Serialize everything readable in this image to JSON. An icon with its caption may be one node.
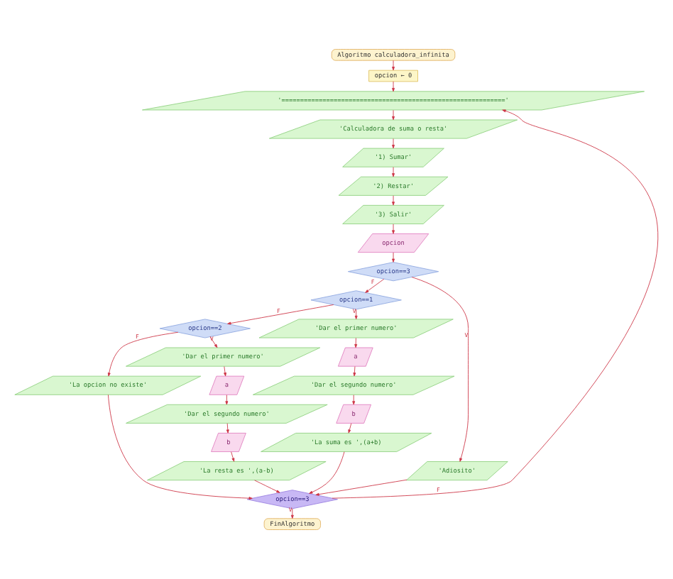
{
  "diagram": {
    "nodes": [
      {
        "text": [
          "Algoritmo calculadora_infinita"
        ]
      },
      {
        "text": [
          "opcion ← 0"
        ]
      },
      {
        "text": [
          "'============================================================'"
        ]
      },
      {
        "text": [
          "'Calculadora de suma o resta'"
        ]
      },
      {
        "text": [
          "'1) Sumar'"
        ]
      },
      {
        "text": [
          "'2) Restar'"
        ]
      },
      {
        "text": [
          "'3) Salir'"
        ]
      },
      {
        "text": [
          "opcion"
        ]
      },
      {
        "text": [
          "opcion==3"
        ]
      },
      {
        "text": [
          "opcion==1"
        ]
      },
      {
        "text": [
          "'Adiosito'"
        ]
      },
      {
        "text": [
          "opcion==2"
        ]
      },
      {
        "text": [
          "'Dar el primer numero'"
        ]
      },
      {
        "text": [
          "a"
        ]
      },
      {
        "text": [
          "'Dar el segundo numero'"
        ]
      },
      {
        "text": [
          "b"
        ]
      },
      {
        "text": [
          "'La suma es ',(a+b)"
        ]
      },
      {
        "text": [
          "'La opcion no existe'"
        ]
      },
      {
        "text": [
          "'Dar el primer numero'"
        ]
      },
      {
        "text": [
          "a"
        ]
      },
      {
        "text": [
          "'Dar el segundo numero'"
        ]
      },
      {
        "text": [
          "b"
        ]
      },
      {
        "text": [
          "'La resta es ',(a-b)"
        ]
      },
      {
        "text": [
          "opcion==3"
        ]
      },
      {
        "text": [
          "FinAlgoritmo"
        ]
      }
    ],
    "edges": [
      {
        "from": 0,
        "to": 1,
        "arrow": "to"
      },
      {
        "from": 1,
        "to": 2,
        "arrow": "to"
      },
      {
        "from": 2,
        "to": 3,
        "arrow": "to"
      },
      {
        "from": 3,
        "to": 4,
        "arrow": "to"
      },
      {
        "from": 4,
        "to": 5,
        "arrow": "to"
      },
      {
        "from": 5,
        "to": 6,
        "arrow": "to"
      },
      {
        "from": 6,
        "to": 7,
        "arrow": "to"
      },
      {
        "from": 7,
        "to": 8,
        "arrow": "to"
      },
      {
        "from": 8,
        "to": 9,
        "label": "F",
        "arrow": "to"
      },
      {
        "from": 8,
        "to": 10,
        "label": "V",
        "arrow": "to"
      },
      {
        "from": 9,
        "to": 11,
        "label": "F",
        "arrow": "to"
      },
      {
        "from": 9,
        "to": 12,
        "label": "V",
        "arrow": "to"
      },
      {
        "from": 12,
        "to": 13,
        "arrow": "to"
      },
      {
        "from": 13,
        "to": 14,
        "arrow": "to"
      },
      {
        "from": 14,
        "to": 15,
        "arrow": "to"
      },
      {
        "from": 15,
        "to": 16,
        "arrow": "to"
      },
      {
        "from": 11,
        "to": 17,
        "label": "F",
        "arrow": "to"
      },
      {
        "from": 11,
        "to": 18,
        "label": "V",
        "arrow": "to"
      },
      {
        "from": 18,
        "to": 19,
        "arrow": "to"
      },
      {
        "from": 19,
        "to": 20,
        "arrow": "to"
      },
      {
        "from": 20,
        "to": 21,
        "arrow": "to"
      },
      {
        "from": 21,
        "to": 22,
        "arrow": "to"
      },
      {
        "from": 17,
        "to": 23,
        "arrow": "to"
      },
      {
        "from": 22,
        "to": 23,
        "arrow": "to"
      },
      {
        "from": 16,
        "to": 23,
        "arrow": "to"
      },
      {
        "from": 10,
        "to": 23,
        "arrow": "to"
      },
      {
        "from": 23,
        "to": 2,
        "label": "F",
        "arrow": "to"
      },
      {
        "from": 23,
        "to": 24,
        "label": "V",
        "arrow": "to"
      }
    ]
  }
}
